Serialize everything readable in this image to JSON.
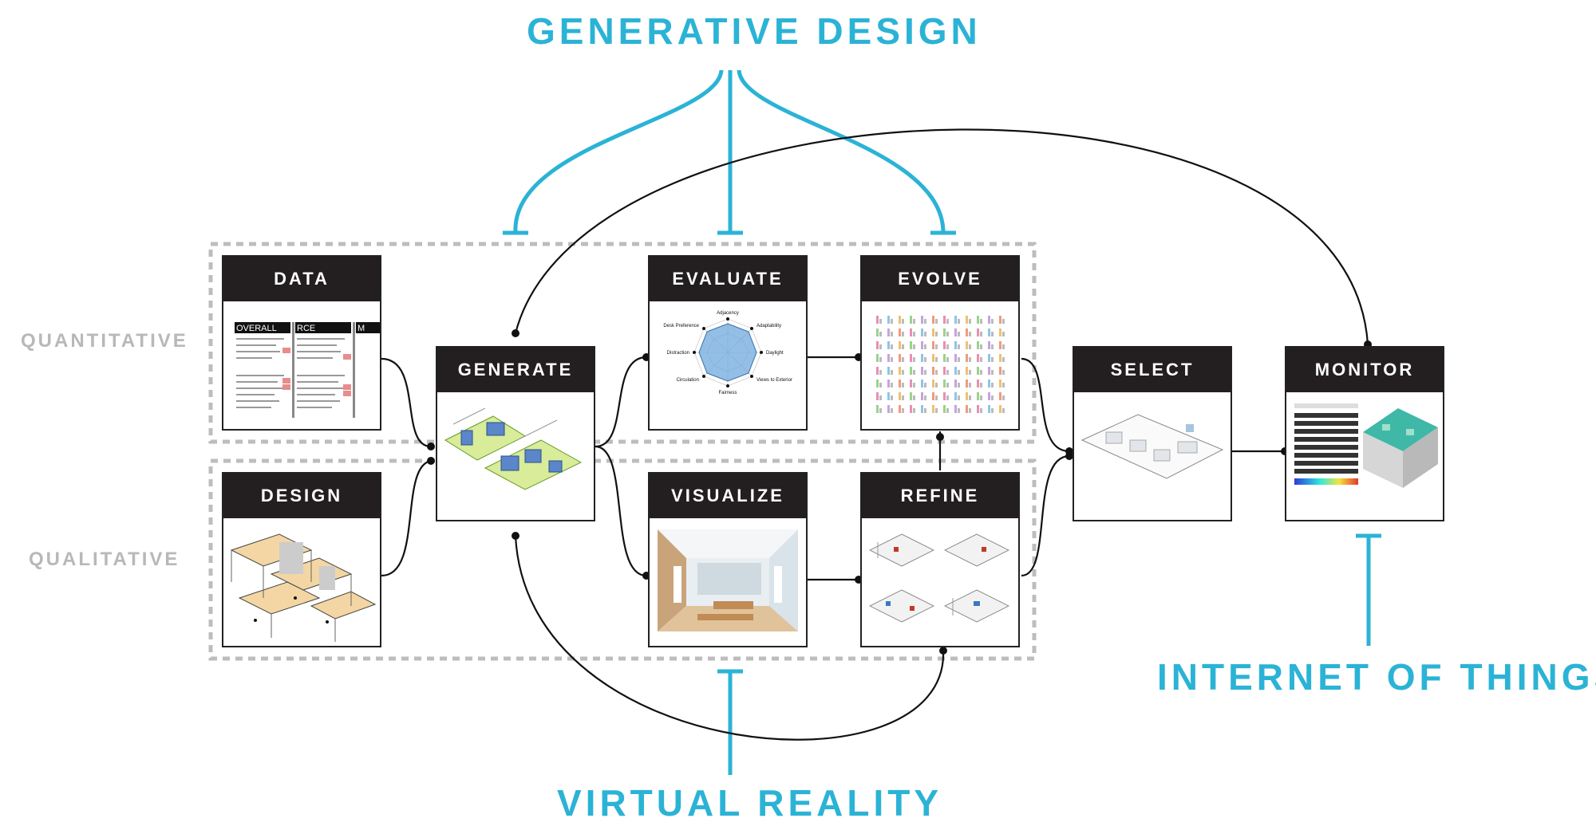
{
  "top_label": "GENERATIVE DESIGN",
  "bottom_label": "VIRTUAL REALITY",
  "right_label": "INTERNET OF THINGS",
  "side_labels": {
    "quantitative": "QUANTITATIVE",
    "qualitative": "QUALITATIVE"
  },
  "stages": {
    "data": "DATA",
    "design": "DESIGN",
    "generate": "GENERATE",
    "evaluate": "EVALUATE",
    "evolve": "EVOLVE",
    "visualize": "VISUALIZE",
    "refine": "REFINE",
    "select": "SELECT",
    "monitor": "MONITOR"
  },
  "data_table": {
    "headers": [
      "OVERALL",
      "RCE",
      "M"
    ]
  },
  "radar": {
    "axes": [
      "Adjacency",
      "Adaptability",
      "Daylight",
      "Views to Exterior",
      "Fairness",
      "Circulation",
      "Distraction",
      "Desk Preference"
    ]
  },
  "colors": {
    "accent": "#2bb3d6",
    "header": "#231f20",
    "dashed": "#bdbdbd",
    "radar_fill": "#6fa8dc"
  }
}
